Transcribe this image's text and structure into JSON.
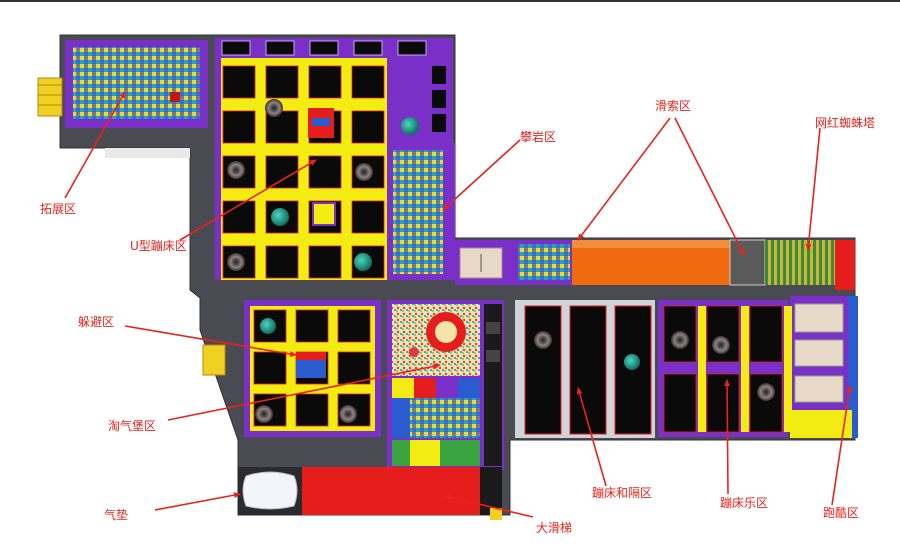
{
  "colors": {
    "floor": "#4a4a52",
    "purple": "#7b2fc9",
    "yellow": "#f2ec12",
    "red": "#e51d1d",
    "orange": "#f06a10",
    "teal": "#1aa68f",
    "pit": "#0a0a0a",
    "arrow": "#e8231c"
  },
  "labels": {
    "extension": "拓展区",
    "u_trampoline": "U型蹦床区",
    "rock_climb": "攀岩区",
    "slide_rope": "滑索区",
    "spider_tower": "网红蜘蛛塔",
    "dodgeball": "躲避区",
    "inflatable": "淘气堡区",
    "airbag": "气垫",
    "big_slide": "大滑梯",
    "trampoline_gap": "蹦床和隔区",
    "bounce_fun": "蹦床乐区",
    "parkour": "跑酷区"
  }
}
